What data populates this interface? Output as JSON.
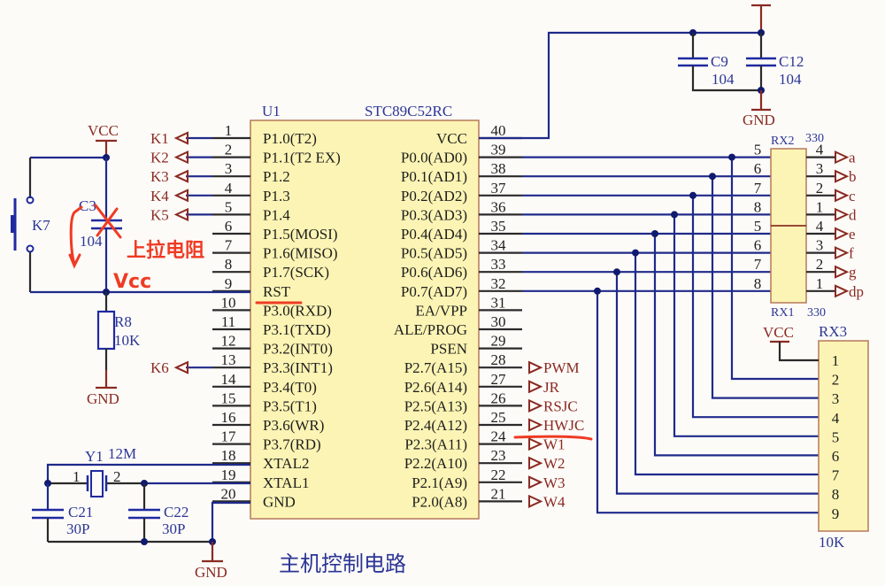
{
  "title": "主机控制电路",
  "chip": {
    "ref": "U1",
    "part": "STC89C52RC",
    "left_pins": [
      {
        "num": "1",
        "name": "P1.0(T2)",
        "net": "K1"
      },
      {
        "num": "2",
        "name": "P1.1(T2 EX)",
        "net": "K2"
      },
      {
        "num": "3",
        "name": "P1.2",
        "net": "K3"
      },
      {
        "num": "4",
        "name": "P1.3",
        "net": "K4"
      },
      {
        "num": "5",
        "name": "P1.4",
        "net": "K5"
      },
      {
        "num": "6",
        "name": "P1.5(MOSI)",
        "net": ""
      },
      {
        "num": "7",
        "name": "P1.6(MISO)",
        "net": ""
      },
      {
        "num": "8",
        "name": "P1.7(SCK)",
        "net": ""
      },
      {
        "num": "9",
        "name": "RST",
        "net": ""
      },
      {
        "num": "10",
        "name": "P3.0(RXD)",
        "net": ""
      },
      {
        "num": "11",
        "name": "P3.1(TXD)",
        "net": ""
      },
      {
        "num": "12",
        "name": "P3.2(INT0)",
        "net": ""
      },
      {
        "num": "13",
        "name": "P3.3(INT1)",
        "net": "K6"
      },
      {
        "num": "14",
        "name": "P3.4(T0)",
        "net": ""
      },
      {
        "num": "15",
        "name": "P3.5(T1)",
        "net": ""
      },
      {
        "num": "16",
        "name": "P3.6(WR)",
        "net": ""
      },
      {
        "num": "17",
        "name": "P3.7(RD)",
        "net": ""
      },
      {
        "num": "18",
        "name": "XTAL2",
        "net": ""
      },
      {
        "num": "19",
        "name": "XTAL1",
        "net": ""
      },
      {
        "num": "20",
        "name": "GND",
        "net": ""
      }
    ],
    "right_pins": [
      {
        "num": "40",
        "name": "VCC",
        "net": ""
      },
      {
        "num": "39",
        "name": "P0.0(AD0)",
        "net": ""
      },
      {
        "num": "38",
        "name": "P0.1(AD1)",
        "net": ""
      },
      {
        "num": "37",
        "name": "P0.2(AD2)",
        "net": ""
      },
      {
        "num": "36",
        "name": "P0.3(AD3)",
        "net": ""
      },
      {
        "num": "35",
        "name": "P0.4(AD4)",
        "net": ""
      },
      {
        "num": "34",
        "name": "P0.5(AD5)",
        "net": ""
      },
      {
        "num": "33",
        "name": "P0.6(AD6)",
        "net": ""
      },
      {
        "num": "32",
        "name": "P0.7(AD7)",
        "net": ""
      },
      {
        "num": "31",
        "name": "EA/VPP",
        "net": ""
      },
      {
        "num": "30",
        "name": "ALE/PROG",
        "net": ""
      },
      {
        "num": "29",
        "name": "PSEN",
        "net": ""
      },
      {
        "num": "28",
        "name": "P2.7(A15)",
        "net": "PWM"
      },
      {
        "num": "27",
        "name": "P2.6(A14)",
        "net": "JR"
      },
      {
        "num": "26",
        "name": "P2.5(A13)",
        "net": "RSJC"
      },
      {
        "num": "25",
        "name": "P2.4(A12)",
        "net": "HWJC"
      },
      {
        "num": "24",
        "name": "P2.3(A11)",
        "net": "W1"
      },
      {
        "num": "23",
        "name": "P2.2(A10)",
        "net": "W2"
      },
      {
        "num": "22",
        "name": "P2.1(A9)",
        "net": "W3"
      },
      {
        "num": "21",
        "name": "P2.0(A8)",
        "net": "W4"
      }
    ]
  },
  "reset": {
    "vcc": "VCC",
    "switch": "K7",
    "cap_ref": "C3",
    "cap_val": "104",
    "res_ref": "R8",
    "res_val": "10K",
    "gnd": "GND"
  },
  "crystal": {
    "ref": "Y1",
    "val": "12M",
    "pin1": "1",
    "pin2": "2",
    "c1_ref": "C21",
    "c1_val": "30P",
    "c2_ref": "C22",
    "c2_val": "30P",
    "gnd": "GND"
  },
  "decoupling": {
    "c1_ref": "C9",
    "c1_val": "104",
    "c2_ref": "C12",
    "c2_val": "104",
    "gnd": "GND"
  },
  "rx2": {
    "ref": "RX2",
    "val": "330",
    "left_pins": [
      "5",
      "6",
      "7",
      "8"
    ],
    "right_pins": [
      "4",
      "3",
      "2",
      "1"
    ],
    "nets": [
      "a",
      "b",
      "c",
      "d"
    ]
  },
  "rx1": {
    "ref": "RX1",
    "val": "330",
    "left_pins": [
      "5",
      "6",
      "7",
      "8"
    ],
    "right_pins": [
      "4",
      "3",
      "2",
      "1"
    ],
    "nets": [
      "e",
      "f",
      "g",
      "dp"
    ]
  },
  "rx3": {
    "ref": "RX3",
    "val": "10K",
    "vcc": "VCC",
    "pins": [
      "1",
      "2",
      "3",
      "4",
      "5",
      "6",
      "7",
      "8",
      "9"
    ]
  },
  "annotations": {
    "handwritten_1": "上拉电阻",
    "handwritten_2": "Vcc"
  }
}
